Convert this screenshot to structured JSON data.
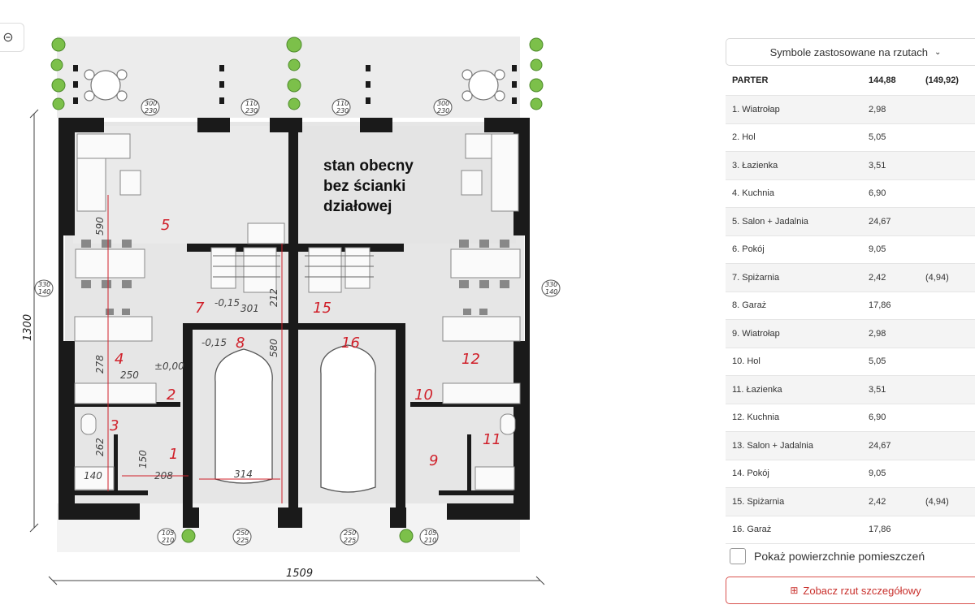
{
  "zoom": {
    "icon": "zoom-out-icon",
    "glyph": "⊝"
  },
  "plan": {
    "note_line1": "stan obecny",
    "note_line2": "bez ścianki",
    "note_line3": "działowej",
    "dim_width": "1509",
    "dim_height": "1300",
    "rooms": [
      "5",
      "7",
      "8",
      "15",
      "16",
      "4",
      "2",
      "3",
      "1",
      "12",
      "10",
      "9",
      "11"
    ],
    "dims": {
      "d590": "590",
      "d212": "212",
      "d301": "301",
      "d580": "580",
      "d278": "278",
      "d250": "250",
      "d262": "262",
      "d150": "150",
      "d140": "140",
      "d208": "208",
      "d314": "314"
    },
    "levels": {
      "l1": "-0,15",
      "l2": "-0,15",
      "l3": "±0,00"
    },
    "windows": {
      "w1a": "300",
      "w1b": "230",
      "w2a": "110",
      "w2b": "230",
      "w3a": "110",
      "w3b": "230",
      "w4a": "300",
      "w4b": "230",
      "w5a": "330",
      "w5b": "140",
      "w6a": "330",
      "w6b": "140",
      "w7a": "105",
      "w7b": "210",
      "w8a": "250",
      "w8b": "225",
      "w9a": "250",
      "w9b": "225",
      "w10a": "105",
      "w10b": "210"
    }
  },
  "panel": {
    "symbols_button": "Symbole zastosowane na rzutach",
    "header": {
      "name": "PARTER",
      "area": "144,88",
      "extra": "(149,92)"
    },
    "rows": [
      {
        "name": "1. Wiatrołap",
        "area": "2,98",
        "extra": ""
      },
      {
        "name": "2. Hol",
        "area": "5,05",
        "extra": ""
      },
      {
        "name": "3. Łazienka",
        "area": "3,51",
        "extra": ""
      },
      {
        "name": "4. Kuchnia",
        "area": "6,90",
        "extra": ""
      },
      {
        "name": "5. Salon + Jadalnia",
        "area": "24,67",
        "extra": ""
      },
      {
        "name": "6. Pokój",
        "area": "9,05",
        "extra": ""
      },
      {
        "name": "7. Spiżarnia",
        "area": "2,42",
        "extra": "(4,94)"
      },
      {
        "name": "8. Garaż",
        "area": "17,86",
        "extra": ""
      },
      {
        "name": "9. Wiatrołap",
        "area": "2,98",
        "extra": ""
      },
      {
        "name": "10. Hol",
        "area": "5,05",
        "extra": ""
      },
      {
        "name": "11. Łazienka",
        "area": "3,51",
        "extra": ""
      },
      {
        "name": "12. Kuchnia",
        "area": "6,90",
        "extra": ""
      },
      {
        "name": "13. Salon + Jadalnia",
        "area": "24,67",
        "extra": ""
      },
      {
        "name": "14. Pokój",
        "area": "9,05",
        "extra": ""
      },
      {
        "name": "15. Spiżarnia",
        "area": "2,42",
        "extra": "(4,94)"
      },
      {
        "name": "16. Garaż",
        "area": "17,86",
        "extra": ""
      }
    ],
    "show_area_label": "Pokaż powierzchnie pomieszczeń",
    "detail_button": "Zobacz rzut szczegółowy",
    "colors": {
      "accent": "#c9302c",
      "wall": "#1a1a1a",
      "room_label": "#d0202a"
    }
  }
}
